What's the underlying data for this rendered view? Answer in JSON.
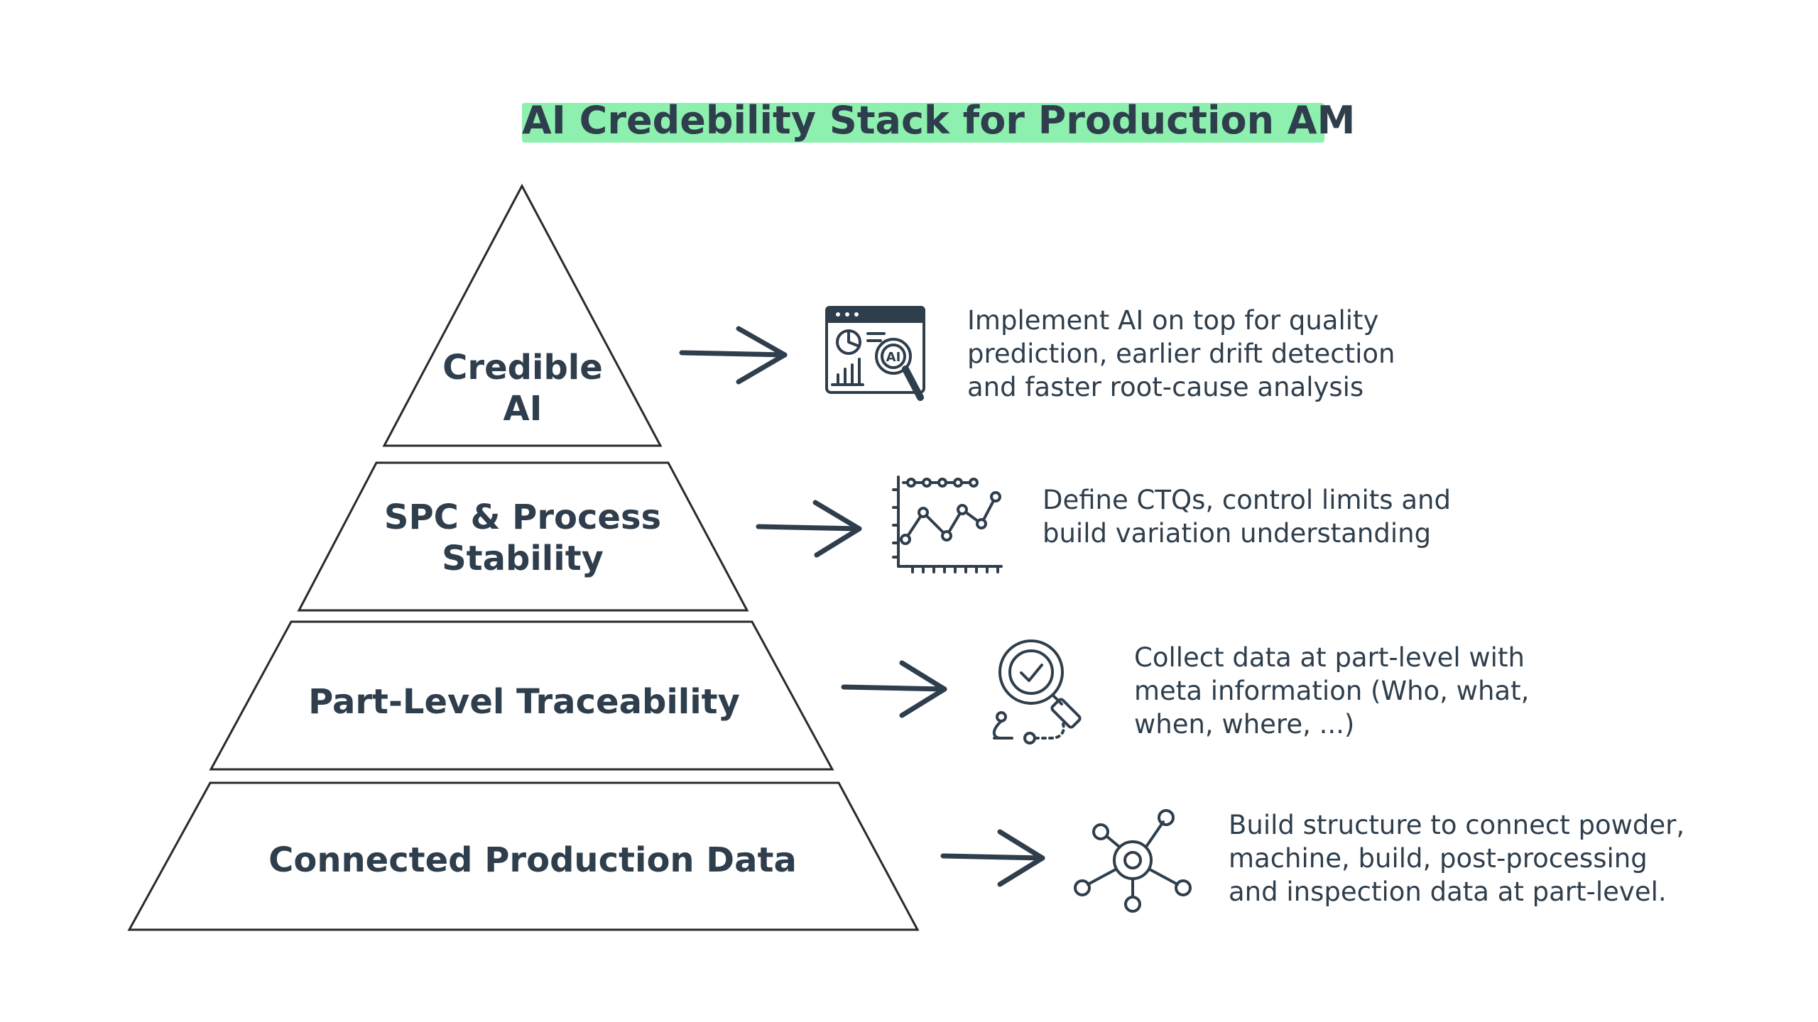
{
  "title": "AI Credebility Stack for Production AM",
  "colors": {
    "ink": "#2f3e4c",
    "highlight": "#8ef0ae",
    "background": "#ffffff"
  },
  "tiers": [
    {
      "label_lines": [
        "Credible",
        "AI"
      ],
      "icon": "ai-dashboard-magnifier-icon",
      "description": "Implement AI on top for quality\nprediction, earlier drift detection\nand faster root-cause analysis"
    },
    {
      "label_lines": [
        "SPC & Process",
        "Stability"
      ],
      "icon": "control-chart-icon",
      "description": "Define CTQs, control limits and\nbuild variation understanding"
    },
    {
      "label_lines": [
        "Part-Level Traceability"
      ],
      "icon": "traceability-magnifier-check-icon",
      "description": "Collect data at part-level with\nmeta information (Who, what,\nwhen, where, ...)"
    },
    {
      "label_lines": [
        "Connected Production Data"
      ],
      "icon": "network-hub-icon",
      "description": "Build structure to connect powder,\nmachine, build, post-processing\nand inspection data at part-level."
    }
  ]
}
